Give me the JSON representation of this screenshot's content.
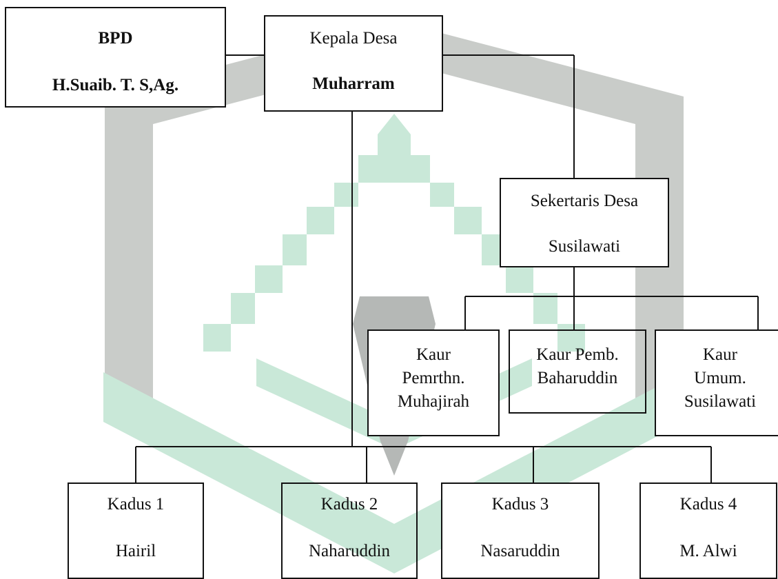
{
  "org_chart": {
    "bpd": {
      "title": "BPD",
      "name": "H.Suaib. T. S,Ag."
    },
    "kepala_desa": {
      "title": "Kepala Desa",
      "name": "Muharram"
    },
    "sekretaris": {
      "title": "Sekertaris Desa",
      "name": "Susilawati"
    },
    "kaur": [
      {
        "line1": "Kaur",
        "line2": "Pemrthn.",
        "line3": "Muhajirah"
      },
      {
        "line1": "Kaur Pemb.",
        "line2": "Baharuddin"
      },
      {
        "line1": "Kaur",
        "line2": "Umum.",
        "line3": "Susilawati"
      }
    ],
    "kadus": [
      {
        "title": "Kadus 1",
        "name": "Hairil"
      },
      {
        "title": "Kadus 2",
        "name": "Naharuddin"
      },
      {
        "title": "Kadus 3",
        "name": "Nasaruddin"
      },
      {
        "title": "Kadus 4",
        "name": "M. Alwi"
      }
    ]
  },
  "watermark_colors": {
    "gray": "#c9ccc9",
    "green": "#c9e8d8",
    "pen": "#b5b8b6"
  }
}
